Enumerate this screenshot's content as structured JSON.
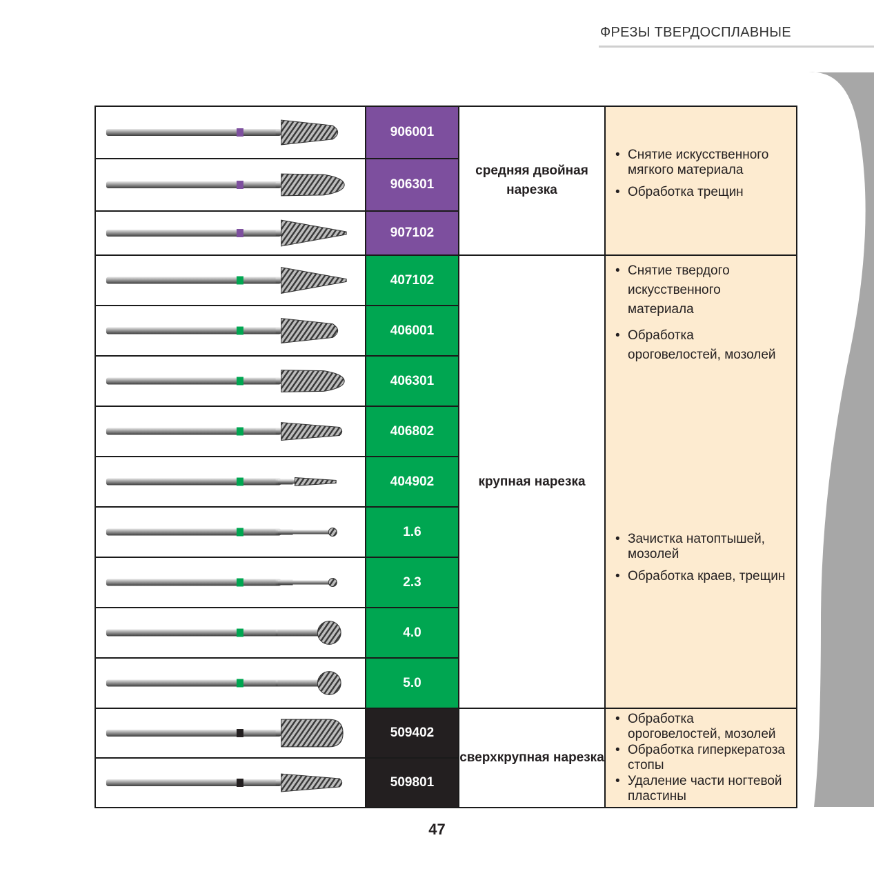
{
  "header": {
    "title": "ФРЕЗЫ ТВЕРДОСПЛАВНЫЕ"
  },
  "groups": [
    {
      "grain": "средняя двойная нарезка",
      "uses": [
        "Снятие искусственного мягкого материала",
        "Обработка трещин"
      ]
    },
    {
      "grain": "крупная нарезка",
      "uses_upper": [
        "Снятие твердого искусственного материала",
        "Обработка ороговелостей, мозолей"
      ],
      "uses_lower": [
        "Зачистка натоптышей, мозолей",
        "Обработка краев, трещин"
      ]
    },
    {
      "grain": "сверхкрупная нарезка",
      "uses": [
        "Обработка ороговелостей, мозолей",
        "Обработка гиперкератоза стопы",
        "Удаление части ногтевой пластины"
      ]
    }
  ],
  "products": [
    {
      "code": "906001",
      "band_color": "#7d4f9e",
      "head": "cone-rounded"
    },
    {
      "code": "906301",
      "band_color": "#7d4f9e",
      "head": "bullet"
    },
    {
      "code": "907102",
      "band_color": "#7d4f9e",
      "head": "cone-pointed"
    },
    {
      "code": "407102",
      "band_color": "#00a651",
      "head": "cone-pointed"
    },
    {
      "code": "406001",
      "band_color": "#00a651",
      "head": "cone-rounded"
    },
    {
      "code": "406301",
      "band_color": "#00a651",
      "head": "bullet"
    },
    {
      "code": "406802",
      "band_color": "#00a651",
      "head": "cone-safety"
    },
    {
      "code": "404902",
      "band_color": "#00a651",
      "head": "needle"
    },
    {
      "code": "1.6",
      "band_color": "#00a651",
      "head": "ball-small"
    },
    {
      "code": "2.3",
      "band_color": "#00a651",
      "head": "ball-small"
    },
    {
      "code": "4.0",
      "band_color": "#00a651",
      "head": "ball-large"
    },
    {
      "code": "5.0",
      "band_color": "#00a651",
      "head": "ball-large"
    },
    {
      "code": "509402",
      "band_color": "#231f20",
      "head": "cylinder-rounded"
    },
    {
      "code": "509801",
      "band_color": "#231f20",
      "head": "cone-safety"
    }
  ],
  "page_number": "47",
  "colors": {
    "purple": "#7d4f9e",
    "green": "#00a651",
    "black": "#231f20",
    "cream": "#fdebd0"
  }
}
